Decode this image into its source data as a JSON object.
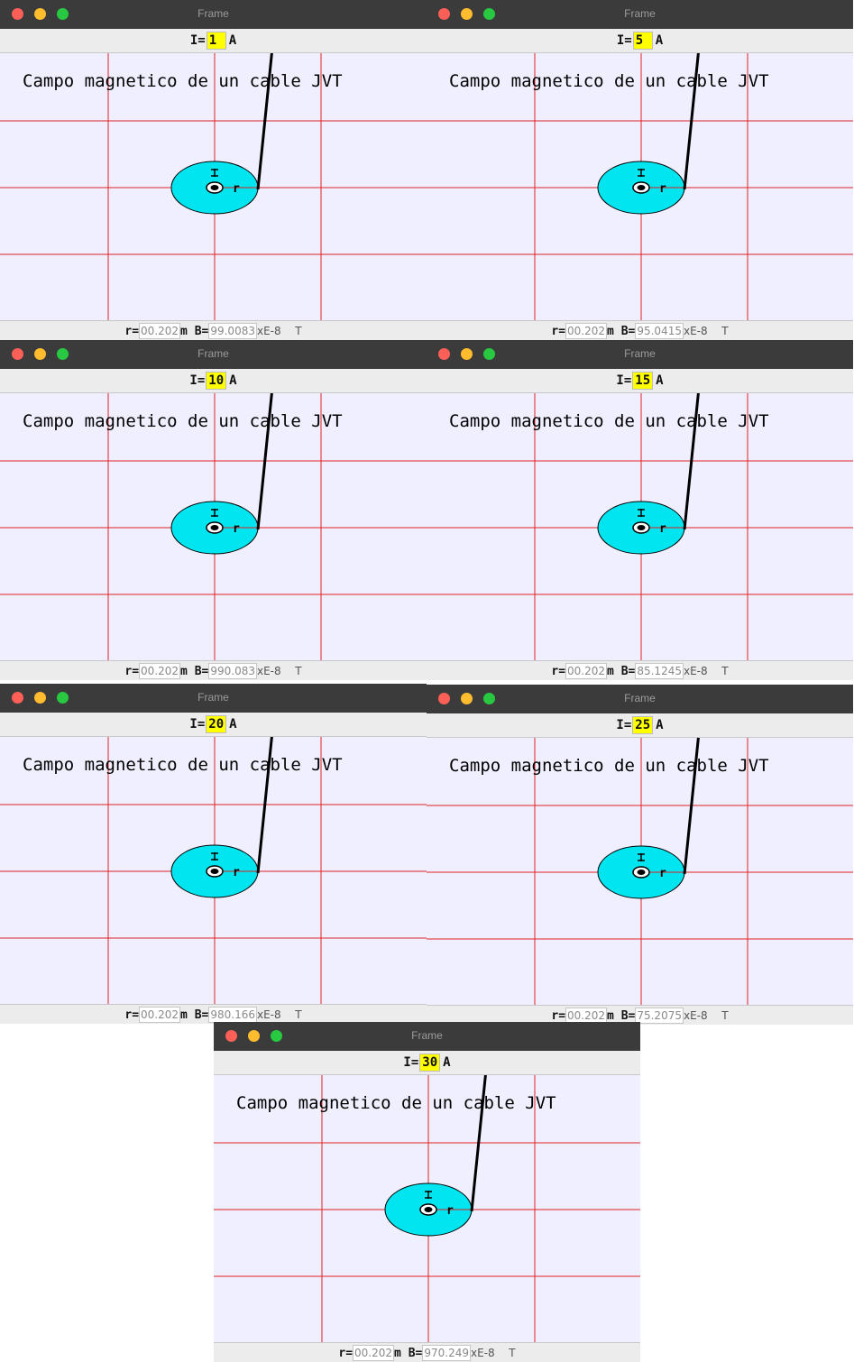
{
  "windows": [
    {
      "title": "Frame",
      "current_label": "I=",
      "current_value": "1 ",
      "current_unit": "A",
      "heading": "Campo magnetico de un cable JVT",
      "r_label": "r=",
      "r_value": "00.202",
      "r_unit": "m",
      "b_label": "B=",
      "b_value": "99.0083",
      "b_unit": "xE-8",
      "t_unit": "T"
    },
    {
      "title": "Frame",
      "current_label": "I=",
      "current_value": "5 ",
      "current_unit": "A",
      "heading": "Campo magnetico de un cable JVT",
      "r_label": "r=",
      "r_value": "00.202",
      "r_unit": "m",
      "b_label": "B=",
      "b_value": "95.0415",
      "b_unit": "xE-8",
      "t_unit": "T"
    },
    {
      "title": "Frame",
      "current_label": "I=",
      "current_value": "10",
      "current_unit": "A",
      "heading": "Campo magnetico de un cable JVT",
      "r_label": "r=",
      "r_value": "00.202",
      "r_unit": "m",
      "b_label": "B=",
      "b_value": "990.083",
      "b_unit": "xE-8",
      "t_unit": "T"
    },
    {
      "title": "Frame",
      "current_label": "I=",
      "current_value": "15",
      "current_unit": "A",
      "heading": "Campo magnetico de un cable JVT",
      "r_label": "r=",
      "r_value": "00.202",
      "r_unit": "m",
      "b_label": "B=",
      "b_value": "85.1245",
      "b_unit": "xE-8",
      "t_unit": "T"
    },
    {
      "title": "Frame",
      "current_label": "I=",
      "current_value": "20",
      "current_unit": "A",
      "heading": "Campo magnetico de un cable JVT",
      "r_label": "r=",
      "r_value": "00.202",
      "r_unit": "m",
      "b_label": "B=",
      "b_value": "980.166",
      "b_unit": "xE-8",
      "t_unit": "T"
    },
    {
      "title": "Frame",
      "current_label": "I=",
      "current_value": "25",
      "current_unit": "A",
      "heading": "Campo magnetico de un cable JVT",
      "r_label": "r=",
      "r_value": "00.202",
      "r_unit": "m",
      "b_label": "B=",
      "b_value": "75.2075",
      "b_unit": "xE-8",
      "t_unit": "T"
    },
    {
      "title": "Frame",
      "current_label": "I=",
      "current_value": "30",
      "current_unit": "A",
      "heading": "Campo magnetico de un cable JVT",
      "r_label": "r=",
      "r_value": "00.202",
      "r_unit": "m",
      "b_label": "B=",
      "b_value": "970.249",
      "b_unit": "xE-8",
      "t_unit": "T"
    }
  ],
  "diagram": {
    "wire_label": "r",
    "grid_color": "#e02020",
    "disc_color": "#00e5ef",
    "background_color": "#f0efff",
    "highlight_color": "#ffff00"
  }
}
